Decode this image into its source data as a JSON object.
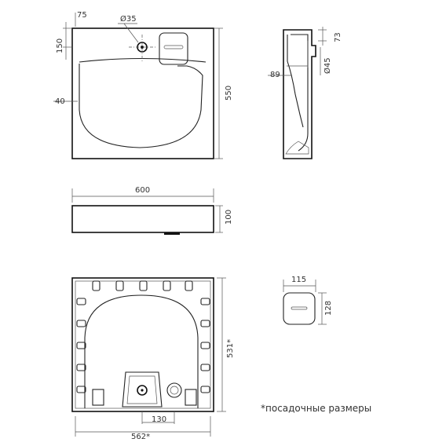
{
  "dims": {
    "d75": "75",
    "d35": "Ø35",
    "d150": "150",
    "d40": "40",
    "d550": "550",
    "d73": "73",
    "d45": "Ø45",
    "d89": "89",
    "d600": "600",
    "d100": "100",
    "d115": "115",
    "d128": "128",
    "d531": "531*",
    "d130": "130",
    "d562": "562*"
  },
  "note": "*посадочные размеры"
}
